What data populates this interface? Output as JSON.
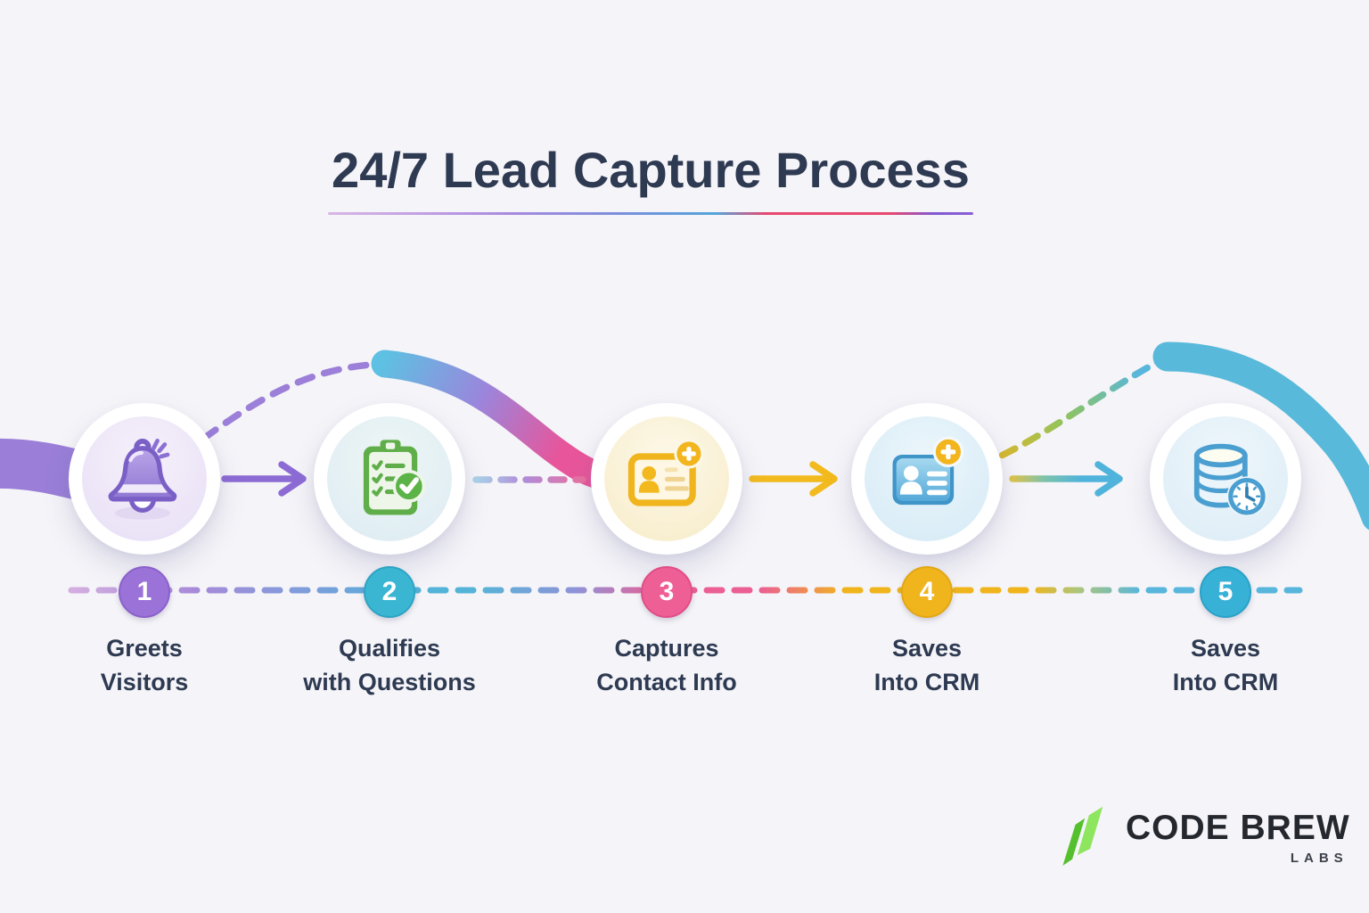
{
  "title": "24/7 Lead Capture Process",
  "steps": [
    {
      "number": "1",
      "label_line1": "Greets",
      "label_line2": "Visitors",
      "icon": "bell-icon",
      "accent": "#9b72d8"
    },
    {
      "number": "2",
      "label_line1": "Qualifies",
      "label_line2": "with Questions",
      "icon": "checklist-check-icon",
      "accent": "#3ab5d2"
    },
    {
      "number": "3",
      "label_line1": "Captures",
      "label_line2": "Contact Info",
      "icon": "contact-card-add-icon",
      "accent": "#ee5f96"
    },
    {
      "number": "4",
      "label_line1": "Saves",
      "label_line2": "Into CRM",
      "icon": "crm-card-add-icon",
      "accent": "#f0b41d"
    },
    {
      "number": "5",
      "label_line1": "Saves",
      "label_line2": "Into CRM",
      "icon": "database-clock-icon",
      "accent": "#38b1d6"
    }
  ],
  "logo": {
    "brand": "CODE BREW",
    "sub": "LABS",
    "icon": "code-brew-logo-icon",
    "icon_color": "#65c93a"
  },
  "colors": {
    "background": "#f5f4f8",
    "title_text": "#2e3a52",
    "label_text": "#2d3a52",
    "ribbon_purple": "#9a7ed8",
    "ribbon_pink": "#e8559a",
    "ribbon_blue": "#58b9da",
    "arrow_purple": "#8c6bd4",
    "arrow_yellow": "#f2ba1d",
    "arrow_blue": "#4fb3dc"
  }
}
